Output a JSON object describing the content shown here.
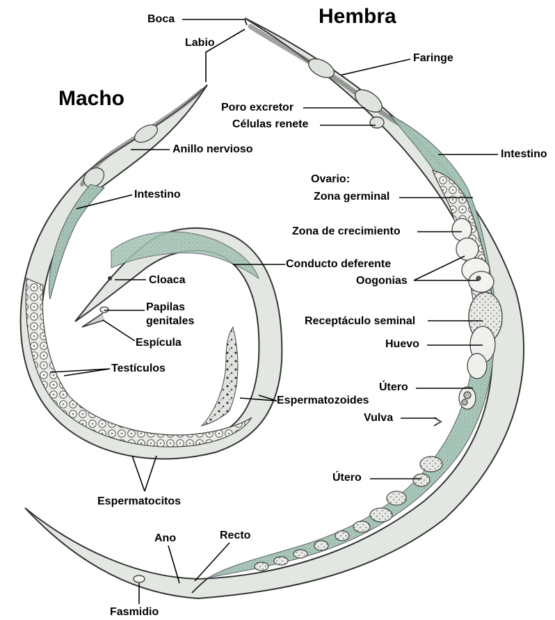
{
  "titles": {
    "female": "Hembra",
    "male": "Macho"
  },
  "labels": {
    "boca": "Boca",
    "labio": "Labio",
    "faringe": "Faringe",
    "poro_excretor": "Poro excretor",
    "celulas_renete": "Células renete",
    "intestino_female": "Intestino",
    "ovario": "Ovario:",
    "zona_germinal": "Zona germinal",
    "zona_crecimiento": "Zona de crecimiento",
    "oogonias": "Oogonias",
    "receptaculo": "Receptáculo seminal",
    "huevo": "Huevo",
    "utero_1": "Útero",
    "vulva": "Vulva",
    "utero_2": "Útero",
    "recto": "Recto",
    "ano": "Ano",
    "fasmidio": "Fasmidio",
    "anillo": "Anillo nervioso",
    "intestino_male": "Intestino",
    "conducto": "Conducto deferente",
    "cloaca": "Cloaca",
    "papilas_1": "Papilas",
    "papilas_2": "genitales",
    "espicula": "Espícula",
    "testiculos": "Testículos",
    "espermatozoides": "Espermatozoides",
    "espermatocitos": "Espermatocitos"
  },
  "colors": {
    "body_fill": "#e4e8e2",
    "outline": "#3a3a3a",
    "intestine": "#a9c6b8",
    "cell": "#f4f4f0"
  }
}
